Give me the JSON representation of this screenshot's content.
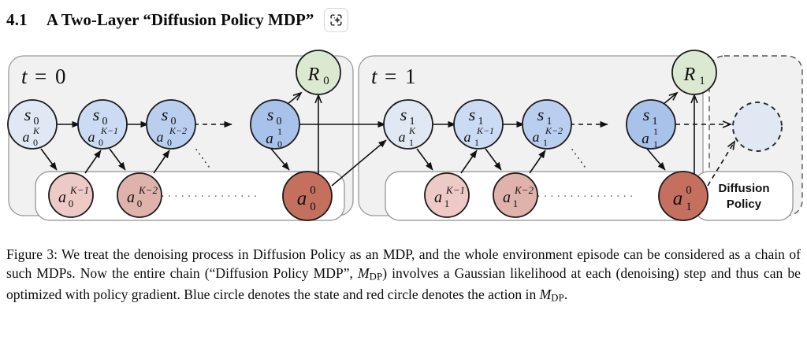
{
  "heading": {
    "section_number": "4.1",
    "title": "A Two-Layer “Diffusion Policy MDP”",
    "icon": "ai-sparkle-scan-icon"
  },
  "figure": {
    "panels": [
      {
        "id": "t0",
        "label": "t = 0",
        "label_t": "t",
        "label_eq": "=",
        "label_val": "0",
        "states": [
          {
            "main": "s",
            "main_sub": "0",
            "sup": "K",
            "sub": "0",
            "base": "a",
            "fill": "#dfe8f3"
          },
          {
            "main": "s",
            "main_sub": "0",
            "sup": "K−1",
            "sub": "0",
            "base": "a",
            "fill": "#cbdbf4"
          },
          {
            "main": "s",
            "main_sub": "0",
            "sup": "K−2",
            "sub": "0",
            "base": "a",
            "fill": "#bacff0"
          },
          {
            "main": "s",
            "main_sub": "0",
            "sup": "1",
            "sub": "0",
            "base": "a",
            "fill": "#a9c2ea"
          }
        ],
        "actions": [
          {
            "base": "a",
            "sup": "K−1",
            "sub": "0",
            "fill": "#eecac7"
          },
          {
            "base": "a",
            "sup": "K−2",
            "sub": "0",
            "fill": "#dfb2ab"
          },
          {
            "base": "a",
            "sup": "0",
            "sub": "0",
            "fill": "#c5705e"
          }
        ],
        "reward": {
          "base": "R",
          "sub": "0",
          "fill": "#dce9d1"
        }
      },
      {
        "id": "t1",
        "label": "t = 1",
        "label_t": "t",
        "label_eq": "=",
        "label_val": "1",
        "states": [
          {
            "main": "s",
            "main_sub": "1",
            "sup": "K",
            "sub": "1",
            "base": "a",
            "fill": "#dfe8f3"
          },
          {
            "main": "s",
            "main_sub": "1",
            "sup": "K−1",
            "sub": "1",
            "base": "a",
            "fill": "#cbdbf4"
          },
          {
            "main": "s",
            "main_sub": "1",
            "sup": "K−2",
            "sub": "1",
            "base": "a",
            "fill": "#bacff0"
          },
          {
            "main": "s",
            "main_sub": "1",
            "sup": "1",
            "sub": "1",
            "base": "a",
            "fill": "#a9c2ea"
          }
        ],
        "actions": [
          {
            "base": "a",
            "sup": "K−1",
            "sub": "1",
            "fill": "#eecac7"
          },
          {
            "base": "a",
            "sup": "K−2",
            "sub": "1",
            "fill": "#dfb2ab"
          },
          {
            "base": "a",
            "sup": "0",
            "sub": "1",
            "fill": "#c5705e"
          }
        ],
        "reward": {
          "base": "R",
          "sub": "1",
          "fill": "#dce9d1"
        }
      }
    ],
    "ghost_panel": {
      "id": "ghost",
      "circle_fill": "#dfe8f3",
      "label_line1": "Diffusion",
      "label_line2": "Policy"
    },
    "ellipsis": "···············",
    "colors": {
      "panel_fill": "#f1f1f1",
      "panel_stroke": "#9a9a9a",
      "action_bar_fill": "#ffffff",
      "node_stroke": "#1a1a1a",
      "arrow": "#111111",
      "dashed_stroke": "#3a3a3a"
    }
  },
  "caption": {
    "label": "Figure 3:",
    "text_1": " We treat the denoising process in Diffusion Policy as an MDP, and the whole environment episode can be considered as a chain of such MDPs. Now the entire chain (“Diffusion Policy MDP”, ",
    "math_1": "M",
    "math_1_sub": "DP",
    "text_2": ") involves a Gaussian likelihood at each (denoising) step and thus can be optimized with policy gradient.  Blue circle denotes the state and red circle denotes the action in ",
    "math_2": "M",
    "math_2_sub": "DP",
    "text_3": "."
  }
}
